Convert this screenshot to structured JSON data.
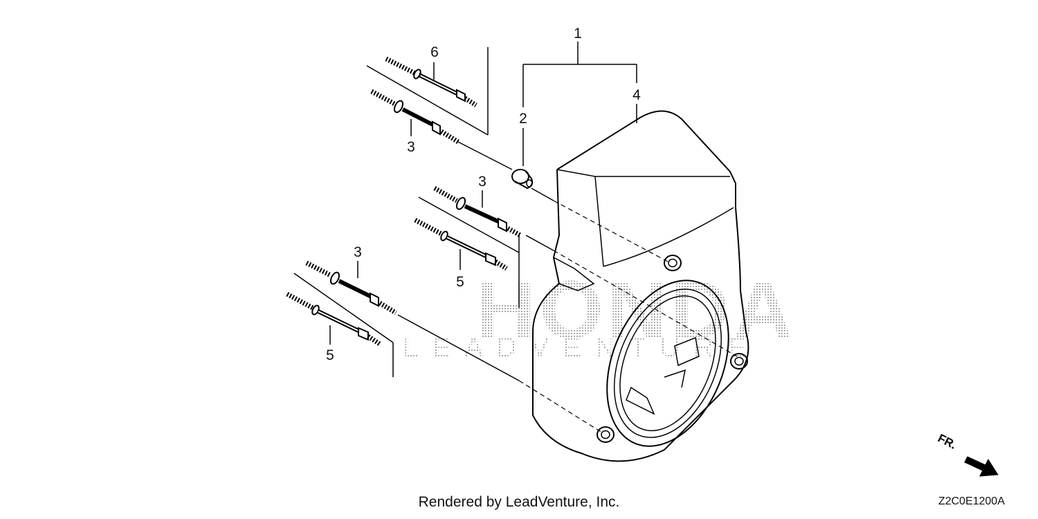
{
  "diagram": {
    "callouts": [
      "1",
      "2",
      "3",
      "4",
      "5",
      "6"
    ],
    "watermark": {
      "main": "HONDA",
      "sub": "LEADVENTURE"
    },
    "orientation_label": "FR.",
    "diagram_code": "Z2C0E1200A",
    "footer": "Rendered by LeadVenture, Inc."
  },
  "colors": {
    "line": "#000000",
    "background": "#ffffff",
    "watermark": "#9a9a9a"
  },
  "icons": {
    "front_arrow": "arrow-down-right"
  }
}
